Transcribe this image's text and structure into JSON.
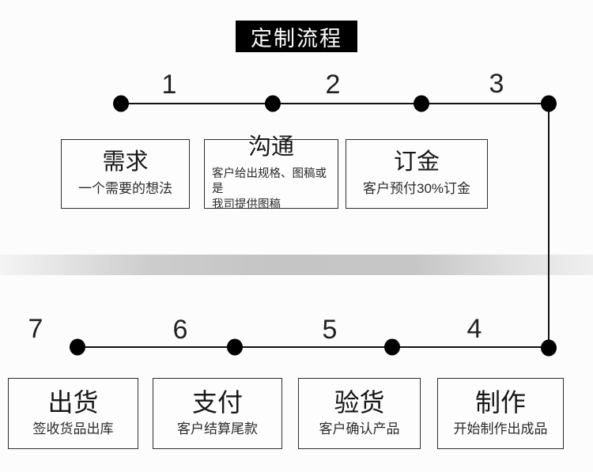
{
  "header": {
    "title": "定制流程"
  },
  "colors": {
    "banner_bg": "#000000",
    "banner_text": "#ffffff",
    "line": "#111111",
    "band_gray": "#c6c6c6",
    "page_bg": "#fcfcfc"
  },
  "top_flow": {
    "steps": [
      {
        "num": "1",
        "title": "需求",
        "desc": "一个需要的想法"
      },
      {
        "num": "2",
        "title": "沟通",
        "desc": "客户给出规格、图稿或是\n我司提供图稿"
      },
      {
        "num": "3",
        "title": "订金",
        "desc": "客户预付30%订金"
      }
    ]
  },
  "bottom_flow": {
    "steps": [
      {
        "num": "7",
        "title": "出货",
        "desc": "签收货品出库"
      },
      {
        "num": "6",
        "title": "支付",
        "desc": "客户结算尾款"
      },
      {
        "num": "5",
        "title": "验货",
        "desc": "客户确认产品"
      },
      {
        "num": "4",
        "title": "制作",
        "desc": "开始制作出成品"
      }
    ]
  }
}
